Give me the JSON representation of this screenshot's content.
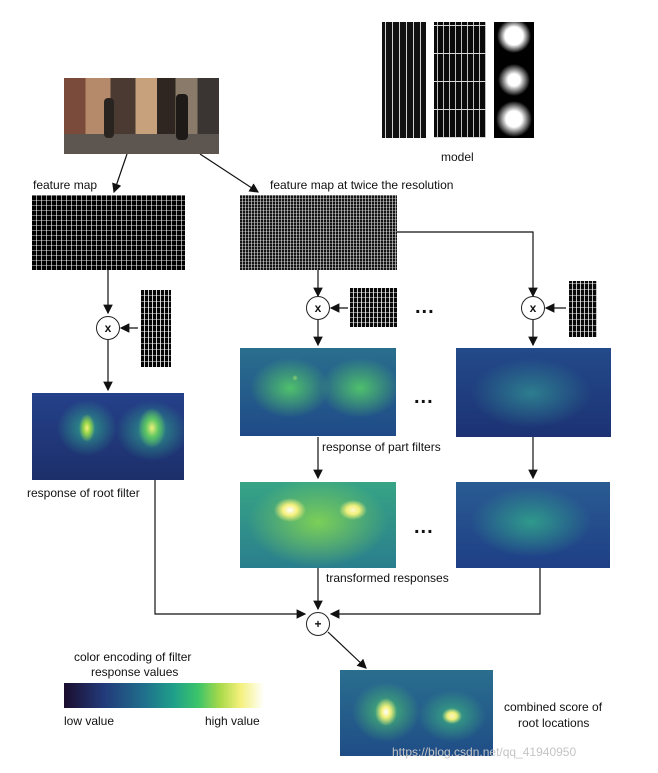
{
  "labels": {
    "model": "model",
    "feature_map": "feature map",
    "feature_map_double": "feature map at twice the resolution",
    "response_root": "response of root filter",
    "response_parts": "response of part filters",
    "transformed": "transformed responses",
    "color_encoding_line1": "color encoding of filter",
    "color_encoding_line2": "response values",
    "low_value": "low value",
    "high_value": "high value",
    "combined_line1": "combined score of",
    "combined_line2": "root locations",
    "watermark": "https://blog.csdn.net/qq_41940950"
  },
  "operators": {
    "multiply": "x",
    "sum": "+"
  },
  "ellipsis": "...",
  "colors": {
    "colormap": [
      "#1b0e2e",
      "#233a7a",
      "#1f6f8c",
      "#1fa08a",
      "#3cc46a",
      "#a9d94a",
      "#f3f07a",
      "#ffffff"
    ]
  }
}
